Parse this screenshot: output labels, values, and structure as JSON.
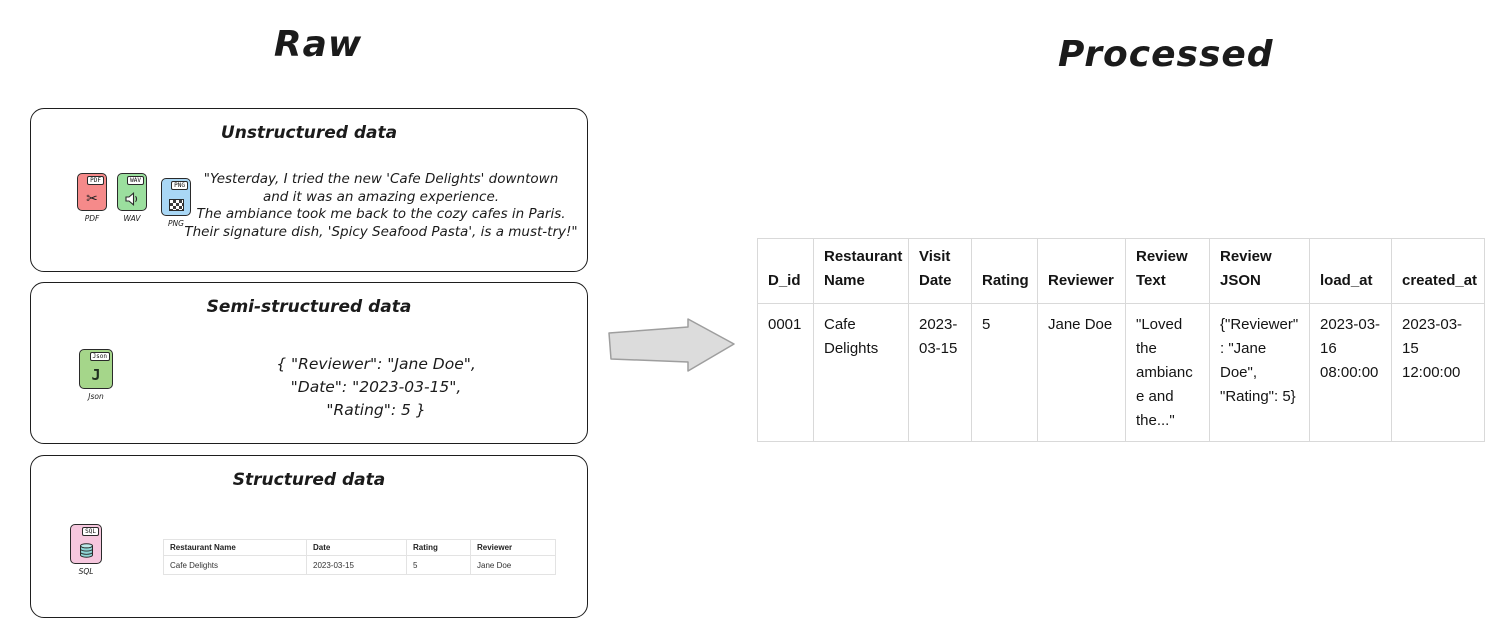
{
  "titles": {
    "raw": "Raw",
    "processed": "Processed"
  },
  "unstructured": {
    "title": "Unstructured data",
    "icons": {
      "pdf": "PDF",
      "wav": "WAV",
      "png": "PNG"
    },
    "lines": [
      "\"Yesterday, I tried the new 'Cafe Delights' downtown",
      "and it was an amazing experience.",
      "The ambiance took me back to the cozy cafes in Paris.",
      "Their signature dish, 'Spicy Seafood Pasta', is a must-try!\""
    ]
  },
  "semi_structured": {
    "title": "Semi-structured data",
    "icon": "Json",
    "lines": [
      "{  \"Reviewer\": \"Jane Doe\",",
      "\"Date\": \"2023-03-15\",",
      "\"Rating\": 5   }"
    ]
  },
  "structured": {
    "title": "Structured data",
    "icon": "SQL",
    "table": {
      "headers": [
        "Restaurant Name",
        "Date",
        "Rating",
        "Reviewer"
      ],
      "row": [
        "Cafe Delights",
        "2023-03-15",
        "5",
        "Jane Doe"
      ]
    }
  },
  "processed_table": {
    "headers": [
      "D_id",
      "Restaurant Name",
      "Visit Date",
      "Rating",
      "Reviewer",
      "Review Text",
      "Review JSON",
      "load_at",
      "created_at"
    ],
    "row": [
      "0001",
      "Cafe Delights",
      "2023-03-15",
      "5",
      "Jane Doe",
      "\"Loved the ambiance and the...\"",
      "{\"Reviewer\": \"Jane Doe\", \"Rating\": 5}",
      "2023-03-16 08:00:00",
      "2023-03-15 12:00:00"
    ]
  }
}
